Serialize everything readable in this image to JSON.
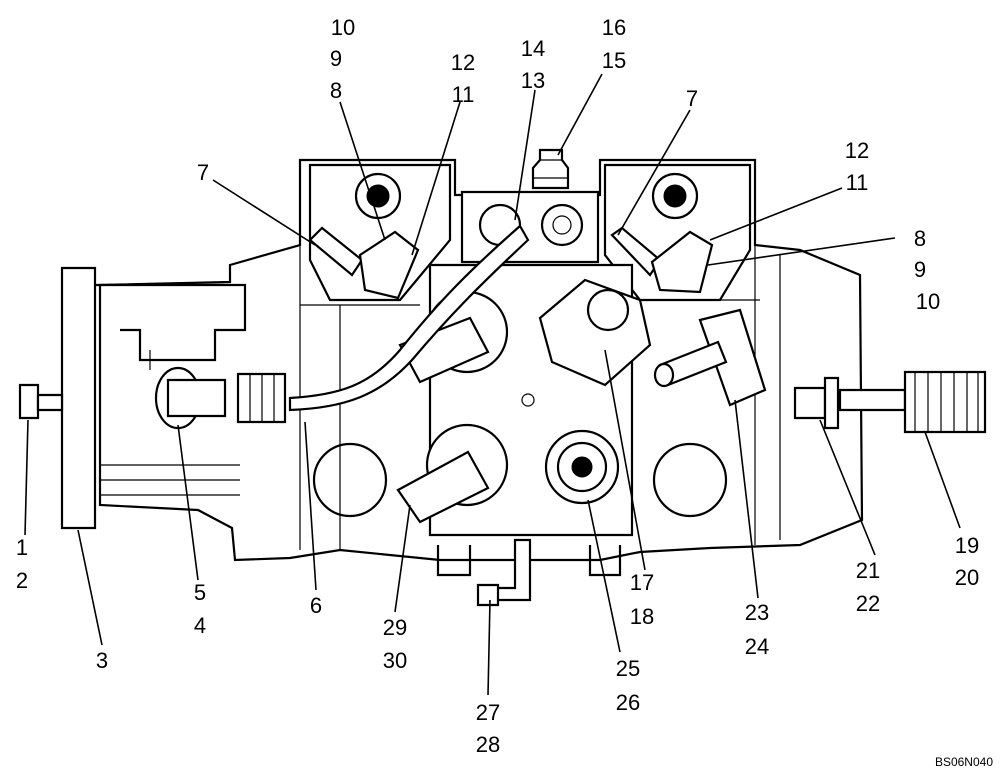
{
  "drawing_code": "BS06N040",
  "callouts": {
    "c1": "1",
    "c2": "2",
    "c3": "3",
    "c4": "4",
    "c5": "5",
    "c6": "6",
    "c7a": "7",
    "c7b": "7",
    "c8a": "8",
    "c8b": "8",
    "c9a": "9",
    "c9b": "9",
    "c10a": "10",
    "c10b": "10",
    "c11a": "11",
    "c11b": "11",
    "c12a": "12",
    "c12b": "12",
    "c13": "13",
    "c14": "14",
    "c15": "15",
    "c16": "16",
    "c17": "17",
    "c18": "18",
    "c19": "19",
    "c20": "20",
    "c21": "21",
    "c22": "22",
    "c23": "23",
    "c24": "24",
    "c25": "25",
    "c26": "26",
    "c27": "27",
    "c28": "28",
    "c29": "29",
    "c30": "30"
  }
}
